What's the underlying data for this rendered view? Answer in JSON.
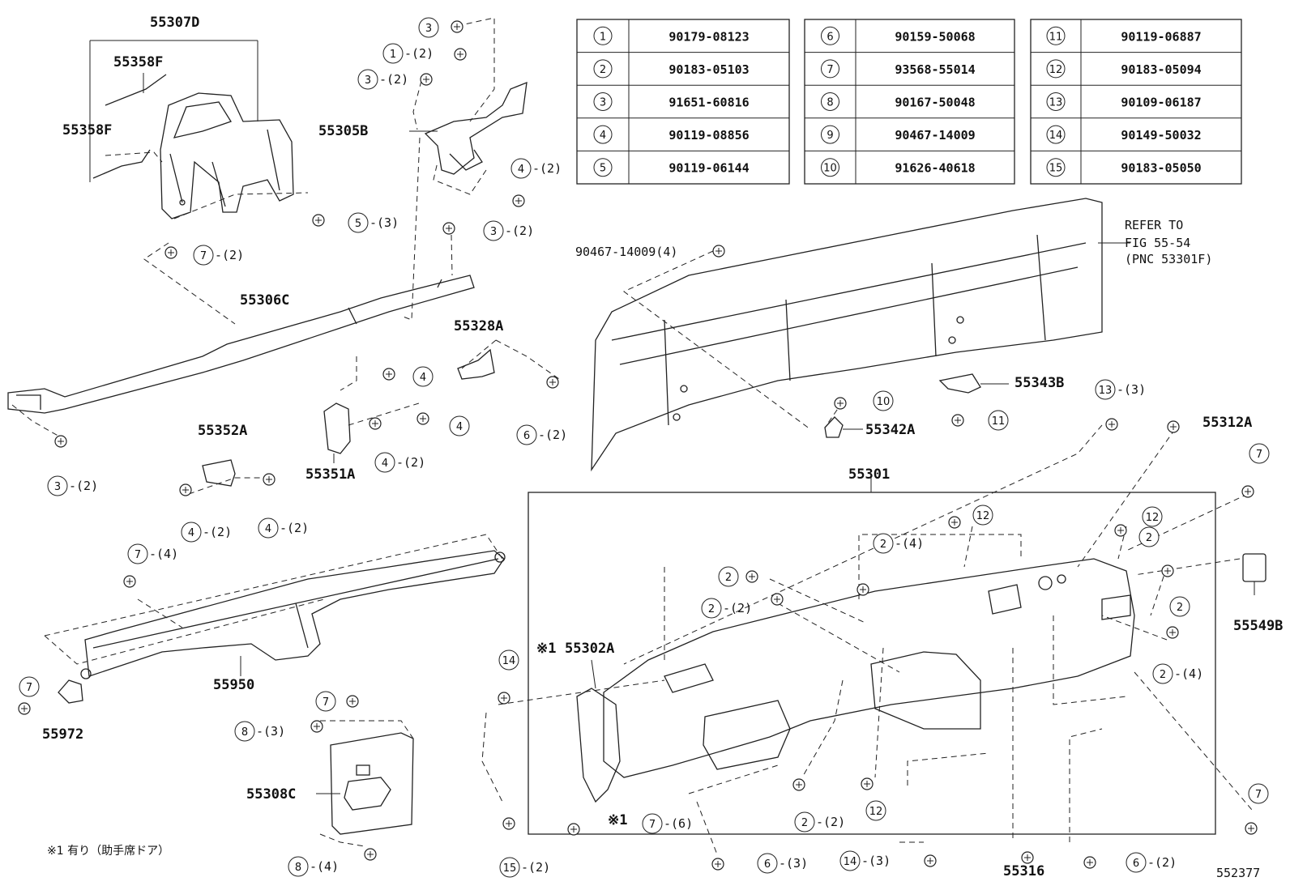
{
  "table": [
    {
      "ref": "1",
      "part": "90179-08123"
    },
    {
      "ref": "2",
      "part": "90183-05103"
    },
    {
      "ref": "3",
      "part": "91651-60816"
    },
    {
      "ref": "4",
      "part": "90119-08856"
    },
    {
      "ref": "5",
      "part": "90119-06144"
    },
    {
      "ref": "6",
      "part": "90159-50068"
    },
    {
      "ref": "7",
      "part": "93568-55014"
    },
    {
      "ref": "8",
      "part": "90167-50048"
    },
    {
      "ref": "9",
      "part": "90467-14009"
    },
    {
      "ref": "10",
      "part": "91626-40618"
    },
    {
      "ref": "11",
      "part": "90119-06887"
    },
    {
      "ref": "12",
      "part": "90183-05094"
    },
    {
      "ref": "13",
      "part": "90109-06187"
    },
    {
      "ref": "14",
      "part": "90149-50032"
    },
    {
      "ref": "15",
      "part": "90183-05050"
    }
  ],
  "labels": {
    "p55307D": "55307D",
    "p55358F_a": "55358F",
    "p55358F_b": "55358F",
    "p55305B": "55305B",
    "p55306C": "55306C",
    "p55328A": "55328A",
    "p55352A": "55352A",
    "p55351A": "55351A",
    "p55343B": "55343B",
    "p55342A": "55342A",
    "p55312A": "55312A",
    "p55301": "55301",
    "p55549B": "55549B",
    "p55302A": "55302A",
    "p55950": "55950",
    "p55972": "55972",
    "p55308C": "55308C",
    "p55316": "55316",
    "fig": "552377",
    "star1": "※1",
    "star2": "※1"
  },
  "refer": {
    "l1": "REFER TO",
    "l2": "FIG 55-54",
    "l3": "(PNC 53301F)"
  },
  "bolt_label": "90467-14009(4)",
  "footnote": "※1  有り（助手席ドア）",
  "callouts": [
    {
      "n": "3",
      "q": ""
    },
    {
      "n": "1",
      "q": "-(2)"
    },
    {
      "n": "3",
      "q": "-(2)"
    },
    {
      "n": "4",
      "q": "-(2)"
    },
    {
      "n": "5",
      "q": "-(3)"
    },
    {
      "n": "7",
      "q": "-(2)"
    },
    {
      "n": "3",
      "q": "-(2)"
    },
    {
      "n": "4",
      "q": ""
    },
    {
      "n": "4",
      "q": ""
    },
    {
      "n": "4",
      "q": "-(2)"
    },
    {
      "n": "6",
      "q": "-(2)"
    },
    {
      "n": "3",
      "q": "-(2)"
    },
    {
      "n": "4",
      "q": "-(2)"
    },
    {
      "n": "4",
      "q": "-(2)"
    },
    {
      "n": "10",
      "q": ""
    },
    {
      "n": "11",
      "q": ""
    },
    {
      "n": "13",
      "q": "-(3)"
    },
    {
      "n": "7",
      "q": ""
    },
    {
      "n": "7",
      "q": "-(4)"
    },
    {
      "n": "7",
      "q": ""
    },
    {
      "n": "7",
      "q": ""
    },
    {
      "n": "8",
      "q": "-(3)"
    },
    {
      "n": "8",
      "q": "-(4)"
    },
    {
      "n": "14",
      "q": ""
    },
    {
      "n": "15",
      "q": "-(2)"
    },
    {
      "n": "12",
      "q": ""
    },
    {
      "n": "12",
      "q": ""
    },
    {
      "n": "2",
      "q": "-(4)"
    },
    {
      "n": "2",
      "q": ""
    },
    {
      "n": "2",
      "q": ""
    },
    {
      "n": "2",
      "q": ""
    },
    {
      "n": "2",
      "q": "-(2)"
    },
    {
      "n": "2",
      "q": "-(4)"
    },
    {
      "n": "2",
      "q": "-(2)"
    },
    {
      "n": "12",
      "q": ""
    },
    {
      "n": "7",
      "q": "-(6)"
    },
    {
      "n": "6",
      "q": "-(3)"
    },
    {
      "n": "14",
      "q": "-(3)"
    },
    {
      "n": "6",
      "q": "-(2)"
    },
    {
      "n": "7",
      "q": ""
    }
  ]
}
